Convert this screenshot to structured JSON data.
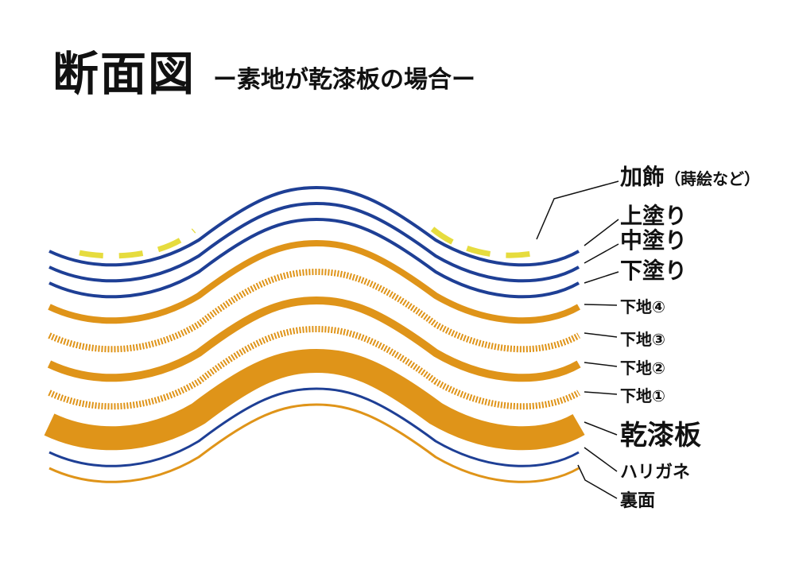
{
  "title": "断面図",
  "subtitle": "ー素地が乾漆板の場合ー",
  "colors": {
    "blue": "#1e3f95",
    "gold": "#df9419",
    "yellow": "#e6dc3e",
    "leader": "#111111"
  },
  "layers": [
    {
      "name": "加飾",
      "note": "（蒔絵など）",
      "color": "yellow",
      "style": "dashed"
    },
    {
      "name": "上塗り",
      "color": "blue",
      "style": "line"
    },
    {
      "name": "中塗り",
      "color": "blue",
      "style": "line"
    },
    {
      "name": "下塗り",
      "color": "blue",
      "style": "line"
    },
    {
      "name": "下地④",
      "color": "gold",
      "style": "solid"
    },
    {
      "name": "下地③",
      "color": "gold",
      "style": "striped"
    },
    {
      "name": "下地②",
      "color": "gold",
      "style": "solid"
    },
    {
      "name": "下地①",
      "color": "gold",
      "style": "striped"
    },
    {
      "name": "乾漆板",
      "color": "gold",
      "style": "thick"
    },
    {
      "name": "ハリガネ",
      "color": "blue",
      "style": "line"
    },
    {
      "name": "裏面",
      "color": "gold",
      "style": "line"
    }
  ]
}
